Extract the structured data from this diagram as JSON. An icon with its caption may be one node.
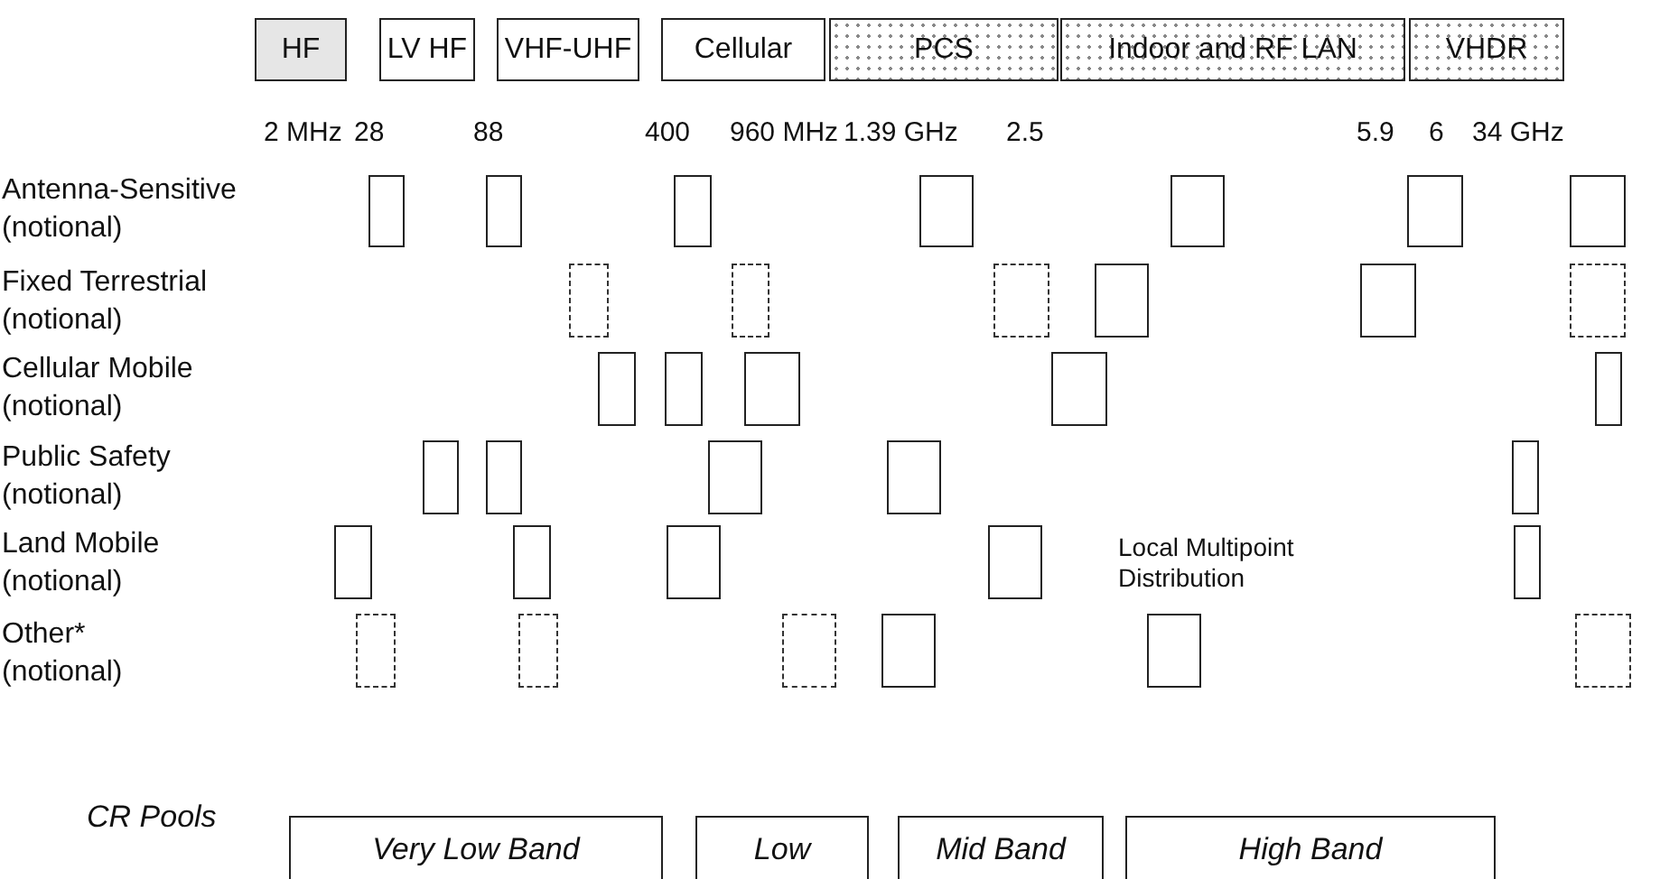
{
  "diagram": {
    "nodes": [
      {
        "text": [
          "HF"
        ]
      },
      {
        "text": [
          "LV HF"
        ]
      },
      {
        "text": [
          "VHF-UHF"
        ]
      },
      {
        "text": [
          "Cellular"
        ]
      },
      {
        "text": [
          "PCS"
        ]
      },
      {
        "text": [
          "Indoor  and RF LAN"
        ]
      },
      {
        "text": [
          "VHDR"
        ]
      },
      {
        "text": [],
        "shape": "box"
      },
      {
        "text": [],
        "shape": "box"
      },
      {
        "text": [],
        "shape": "box"
      },
      {
        "text": [],
        "shape": "box"
      },
      {
        "text": [],
        "shape": "box"
      },
      {
        "text": [],
        "shape": "box"
      },
      {
        "text": [],
        "shape": "box"
      },
      {
        "text": [],
        "shape": "box"
      },
      {
        "text": [],
        "shape": "box"
      },
      {
        "text": [],
        "shape": "box"
      },
      {
        "text": [],
        "shape": "box"
      },
      {
        "text": [],
        "shape": "box"
      },
      {
        "text": [],
        "shape": "box"
      },
      {
        "text": [],
        "shape": "box"
      },
      {
        "text": [],
        "shape": "box"
      },
      {
        "text": [],
        "shape": "box"
      },
      {
        "text": [],
        "shape": "box"
      },
      {
        "text": [],
        "shape": "box"
      },
      {
        "text": [],
        "shape": "box"
      },
      {
        "text": [],
        "shape": "box"
      },
      {
        "text": [],
        "shape": "box"
      },
      {
        "text": [],
        "shape": "box"
      },
      {
        "text": [],
        "shape": "box"
      },
      {
        "text": [],
        "shape": "box"
      },
      {
        "text": [],
        "shape": "box"
      },
      {
        "text": [],
        "shape": "box"
      },
      {
        "text": [],
        "shape": "box"
      },
      {
        "text": [],
        "shape": "box"
      },
      {
        "text": [],
        "shape": "box"
      },
      {
        "text": [],
        "shape": "box"
      },
      {
        "text": [],
        "shape": "box"
      },
      {
        "text": [],
        "shape": "box"
      },
      {
        "text": [],
        "shape": "box"
      },
      {
        "text": [],
        "shape": "box"
      },
      {
        "text": [
          "Very Low Band"
        ]
      },
      {
        "text": [
          "Low"
        ]
      },
      {
        "text": [
          "Mid Band"
        ]
      },
      {
        "text": [
          "High Band"
        ]
      }
    ],
    "labels": [
      "2 MHz",
      "28",
      "88",
      "400",
      "960 MHz",
      "1.39 GHz",
      "2.5",
      "5.9",
      "6",
      "34 GHz",
      "Antenna-Sensitive (notional)",
      "Fixed Terrestrial (notional)",
      "Cellular Mobile (notional)",
      "Public Safety (notional)",
      "Land Mobile (notional)",
      "Local Multipoint Distribution",
      "Other* (notional)",
      "CR Pools"
    ]
  }
}
